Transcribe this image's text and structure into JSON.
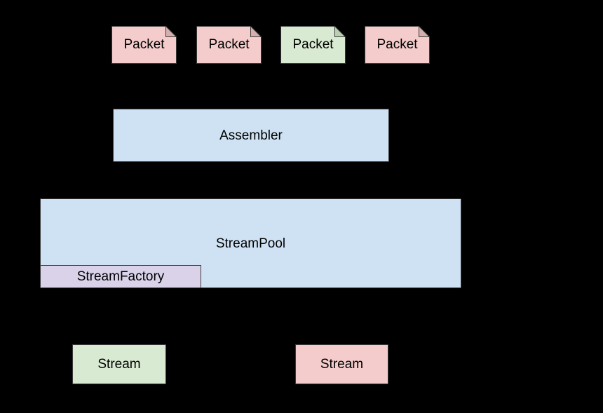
{
  "canvas": {
    "background": "#000000",
    "border_color": "#3a3a3a",
    "text_color": "#000000"
  },
  "diagram": {
    "packets": [
      {
        "label": "Packet",
        "fill": "#f4cccc",
        "fold_fill": "#d6aeae"
      },
      {
        "label": "Packet",
        "fill": "#f4cccc",
        "fold_fill": "#d6aeae"
      },
      {
        "label": "Packet",
        "fill": "#d9ead3",
        "fold_fill": "#bacfb2"
      },
      {
        "label": "Packet",
        "fill": "#f4cccc",
        "fold_fill": "#d6aeae"
      }
    ],
    "assembler": {
      "label": "Assembler",
      "fill": "#cfe2f3"
    },
    "stream_pool": {
      "label": "StreamPool",
      "fill": "#cfe2f3"
    },
    "stream_factory": {
      "label": "StreamFactory",
      "fill": "#d9d2e9"
    },
    "streams": [
      {
        "label": "Stream",
        "fill": "#d9ead3"
      },
      {
        "label": "Stream",
        "fill": "#f4cccc"
      }
    ]
  }
}
